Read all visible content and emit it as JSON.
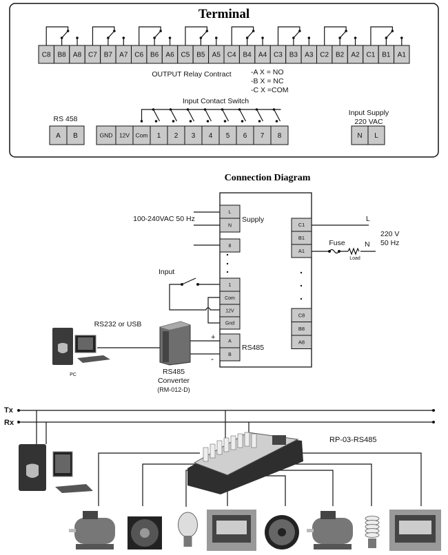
{
  "terminal": {
    "title": "Terminal",
    "relay_terminals": [
      "C8",
      "B8",
      "A8",
      "C7",
      "B7",
      "A7",
      "C6",
      "B6",
      "A6",
      "C5",
      "B5",
      "A5",
      "C4",
      "B4",
      "A4",
      "C3",
      "B3",
      "A3",
      "C2",
      "B2",
      "A2",
      "C1",
      "B1",
      "A1"
    ],
    "output_label": "OUTPUT Relay  Contract",
    "legend": [
      "-A X = NO",
      "-B X = NC",
      "-C X =COM"
    ],
    "rs_label": "RS 458",
    "rs_terminals": [
      "A",
      "B"
    ],
    "input_label": "Input Contact Switch",
    "input_terminals": [
      "GND",
      "12V",
      "Com",
      "1",
      "2",
      "3",
      "4",
      "5",
      "6",
      "7",
      "8"
    ],
    "supply_label_1": "Input Supply",
    "supply_label_2": "220 VAC",
    "supply_terminals": [
      "N",
      "L"
    ]
  },
  "connection": {
    "title": "Connection Diagram",
    "left_top_terminals": [
      "L",
      "N"
    ],
    "supply_label": "Supply",
    "voltage_label": "100-240VAC  50 Hz",
    "input_terminal_8": "8",
    "input_name": "Input",
    "lower_terminals": [
      "1",
      "Com",
      "12V",
      "Gnd"
    ],
    "rs485_terminals": [
      "A",
      "B"
    ],
    "rs485_label": "RS485",
    "plus": "+",
    "minus": "-",
    "right_top_terminals": [
      "C1",
      "B1",
      "A1"
    ],
    "right_bottom_terminals": [
      "C8",
      "B8",
      "A8"
    ],
    "line_L": "L",
    "line_N": "N",
    "mains_1": "220 V",
    "mains_2": "50 Hz",
    "fuse_label": "Fuse",
    "load_label": "Load",
    "link_label": "RS232 or USB",
    "pc_label": "PC",
    "converter_label_1": "RS485",
    "converter_label_2": "Converter",
    "converter_label_3": "(RM-012-D)"
  },
  "network": {
    "tx_label": "Tx",
    "rx_label": "Rx",
    "device_label": "RP-03-RS485",
    "loads": [
      "motor-icon",
      "fan-icon",
      "bulb-icon",
      "grinding-machine-icon",
      "round-fan-icon",
      "motor-icon",
      "cfl-bulb-icon",
      "machine-icon"
    ]
  }
}
